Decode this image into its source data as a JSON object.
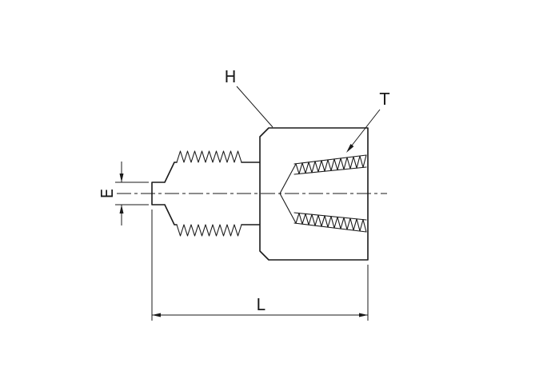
{
  "drawing": {
    "type": "technical-drawing",
    "subject": "threaded-adapter-fitting-side-view",
    "labels": {
      "h": "H",
      "t": "T",
      "e": "E",
      "l": "L"
    },
    "colors": {
      "line": "#1a1a1a",
      "background": "#ffffff"
    }
  }
}
